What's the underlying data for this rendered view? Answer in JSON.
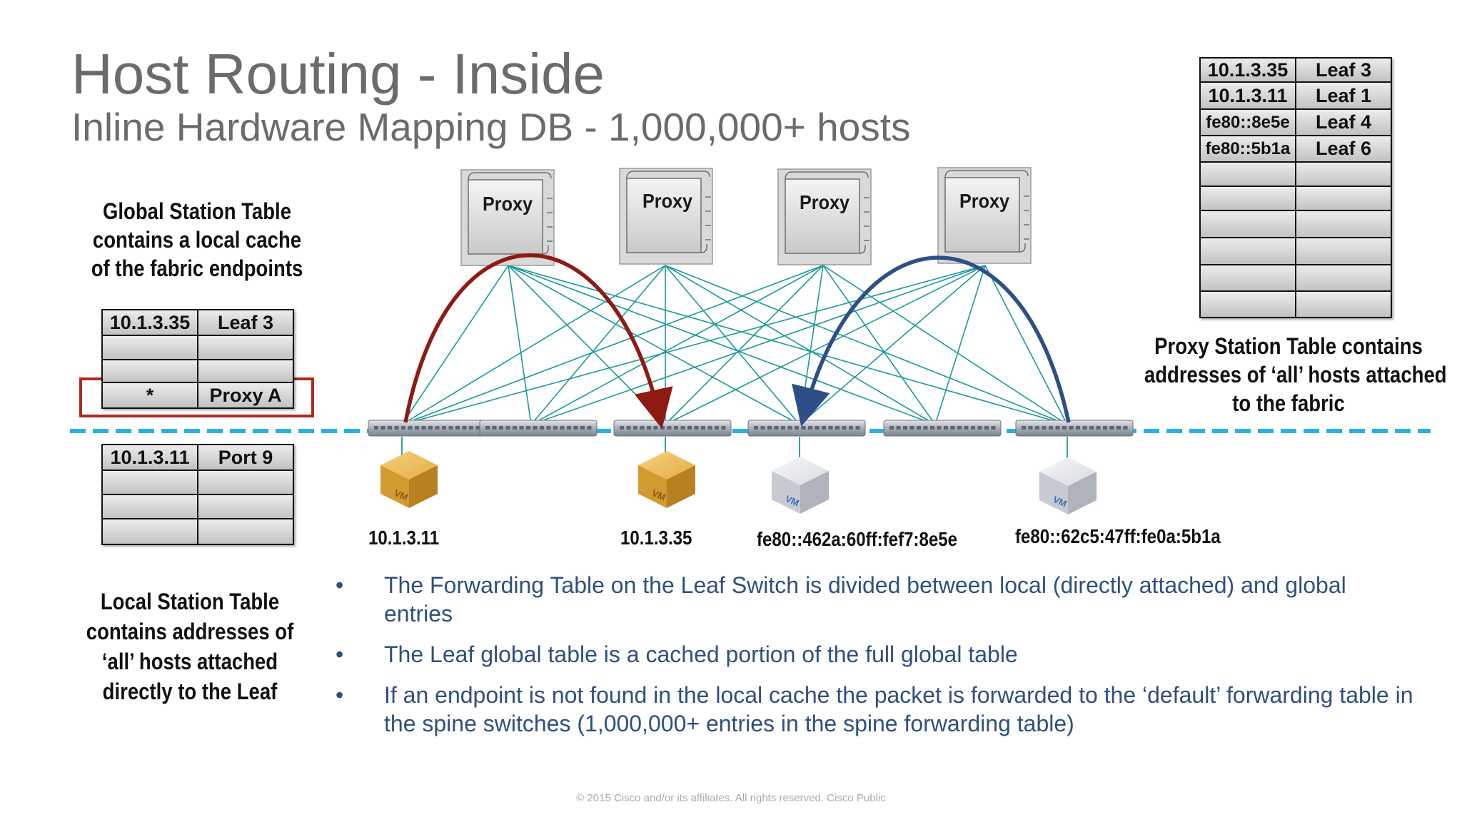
{
  "title": "Host Routing - Inside",
  "subtitle": "Inline Hardware Mapping DB - 1,000,000+ hosts",
  "global_station": {
    "caption": [
      "Global Station Table",
      "contains a local cache",
      "of the fabric endpoints"
    ],
    "rows": [
      [
        "10.1.3.35",
        "Leaf 3"
      ],
      [
        "",
        ""
      ],
      [
        "",
        ""
      ],
      [
        "*",
        "Proxy A"
      ]
    ]
  },
  "local_station": {
    "caption": [
      "Local Station Table",
      "contains addresses of",
      "‘all’ hosts attached",
      "directly to the Leaf"
    ],
    "rows": [
      [
        "10.1.3.11",
        "Port 9"
      ],
      [
        "",
        ""
      ],
      [
        "",
        ""
      ],
      [
        "",
        ""
      ]
    ]
  },
  "proxy_station": {
    "caption": [
      "Proxy Station Table contains",
      "addresses of ‘all’ hosts attached",
      "to the fabric"
    ],
    "rows": [
      [
        "10.1.3.35",
        "Leaf 3"
      ],
      [
        "10.1.3.11",
        "Leaf 1"
      ],
      [
        "fe80::8e5e",
        "Leaf 4"
      ],
      [
        "fe80::5b1a",
        "Leaf 6"
      ],
      [
        "",
        ""
      ],
      [
        "",
        ""
      ],
      [
        "",
        ""
      ],
      [
        "",
        ""
      ],
      [
        "",
        ""
      ],
      [
        "",
        ""
      ]
    ]
  },
  "proxies": [
    "Proxy",
    "Proxy",
    "Proxy",
    "Proxy"
  ],
  "vm_label": "VM",
  "hosts": [
    "10.1.3.11",
    "10.1.3.35",
    "fe80::462a:60ff:fef7:8e5e",
    "fe80::62c5:47ff:fe0a:5b1a"
  ],
  "bullets": [
    "The Forwarding Table on the Leaf Switch is divided between local (directly attached) and global entries",
    "The Leaf global table is a cached portion of the full global table",
    "If an endpoint is not found in the local cache the packet is forwarded to the ‘default’ forwarding table in the spine switches (1,000,000+ entries in the spine forwarding table)"
  ],
  "bullet_symbol": "•",
  "footer": "© 2015  Cisco and/or its affiliates. All rights reserved.   Cisco Public",
  "colors": {
    "title_gray": "#6b6b6b",
    "bullet_blue": "#2f4f7f",
    "fabric_teal": "#1a9a9a",
    "dashed_line_cyan": "#2ab0dc",
    "red_arc": "#8f1a12",
    "blue_arc": "#2e4f86",
    "highlight_red": "#b02a1e",
    "vm_gold": "#d9a43a",
    "vm_silver": "#d3d6dc"
  }
}
